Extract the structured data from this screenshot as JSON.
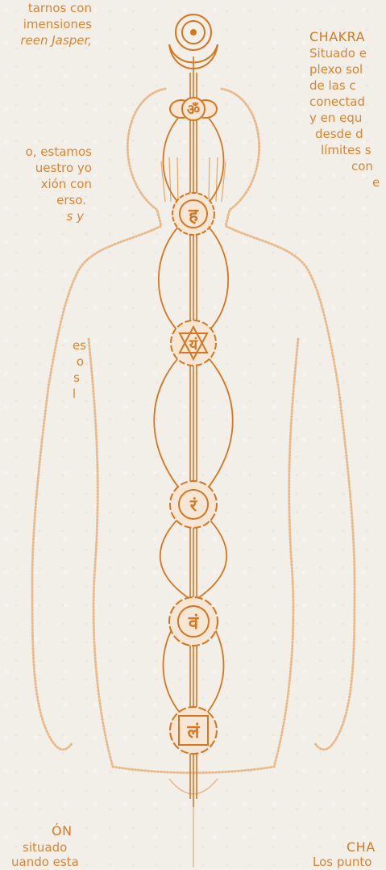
{
  "left_column": [
    "tarnos con",
    "imensiones",
    "reen Jasper,",
    "o, estamos",
    "uestro yo",
    "xión con",
    "erso.",
    "s y",
    "es",
    "o",
    "s",
    "l"
  ],
  "left_heading_bottom": "ÓN",
  "left_bottom_lines": [
    "situado",
    "uando esta"
  ],
  "right_heading_top": "CHAKRA",
  "right_column": [
    "Situado e",
    "plexo sol",
    "de las c",
    "conectad",
    "y en equ",
    "desde d",
    "límites s",
    "con",
    "e"
  ],
  "right_heading_bottom": "CHA",
  "right_bottom_line": "Los punto",
  "chakra_glyphs": [
    "ॐ",
    "ह",
    "यं",
    "रं",
    "वं",
    "लं"
  ],
  "colors": {
    "ink": "#d8822e",
    "body_outline": "#e9b98a",
    "chakra": "#d8761f",
    "paper": "#f2eee8"
  }
}
